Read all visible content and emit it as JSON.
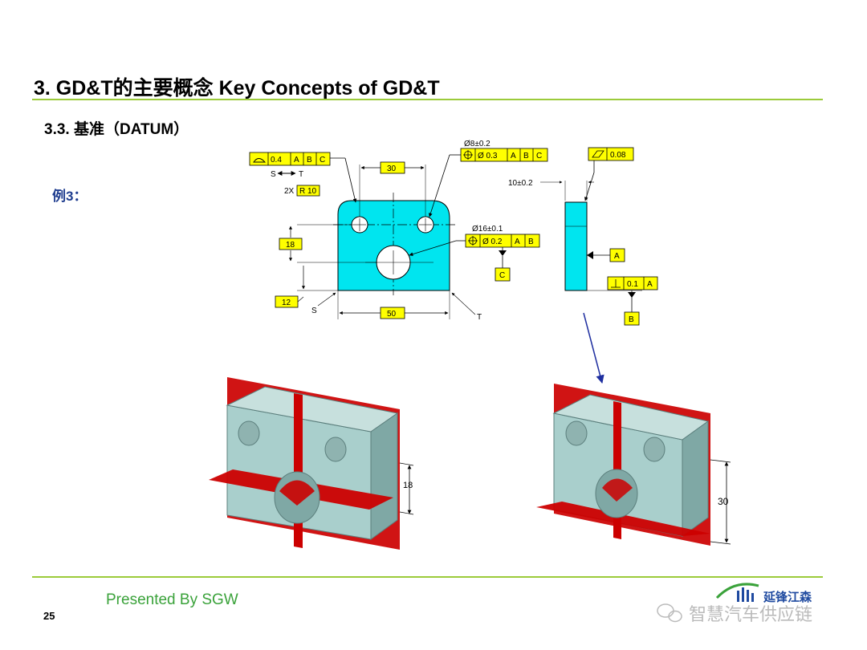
{
  "slide": {
    "title": "3. GD&T的主要概念  Key Concepts of GD&T",
    "subtitle": "3.3. 基准（DATUM）",
    "example_label": "例3：",
    "presenter": "Presented By SGW",
    "page_number": "25",
    "logo_text": "延锋江森",
    "watermark": "智慧汽车供应链"
  },
  "drawing": {
    "fcf_profile": {
      "tol": "0.4",
      "refs": [
        "A",
        "B",
        "C"
      ]
    },
    "between": {
      "from": "S",
      "to": "T"
    },
    "radius_note": {
      "prefix": "2X",
      "value": "R 10"
    },
    "hole_note": "Ø8±0.2",
    "fcf_hole_pos": {
      "tol": "Ø 0.3",
      "refs": [
        "A",
        "B",
        "C"
      ]
    },
    "dim_30": "30",
    "dim_18": "18",
    "dim_12": "12",
    "dim_50": "50",
    "label_s": "S",
    "label_t": "T",
    "bore_note": "Ø16±0.1",
    "fcf_bore_pos": {
      "tol": "Ø 0.2",
      "refs": [
        "A",
        "B"
      ]
    },
    "datum_c": "C",
    "fcf_flatness": {
      "tol": "0.08"
    },
    "thickness_note": "10±0.2",
    "datum_a": "A",
    "fcf_perp": {
      "tol": "0.1",
      "ref": "A"
    },
    "datum_b": "B",
    "iso_left_dim": "18",
    "iso_right_dim": "30"
  },
  "colors": {
    "accent_rule": "#9ccb3b",
    "part_fill": "#00e5ef",
    "callout_yellow": "#ffff00",
    "datum_plane": "#cc0000",
    "part_3d": "#a9cfcc"
  }
}
